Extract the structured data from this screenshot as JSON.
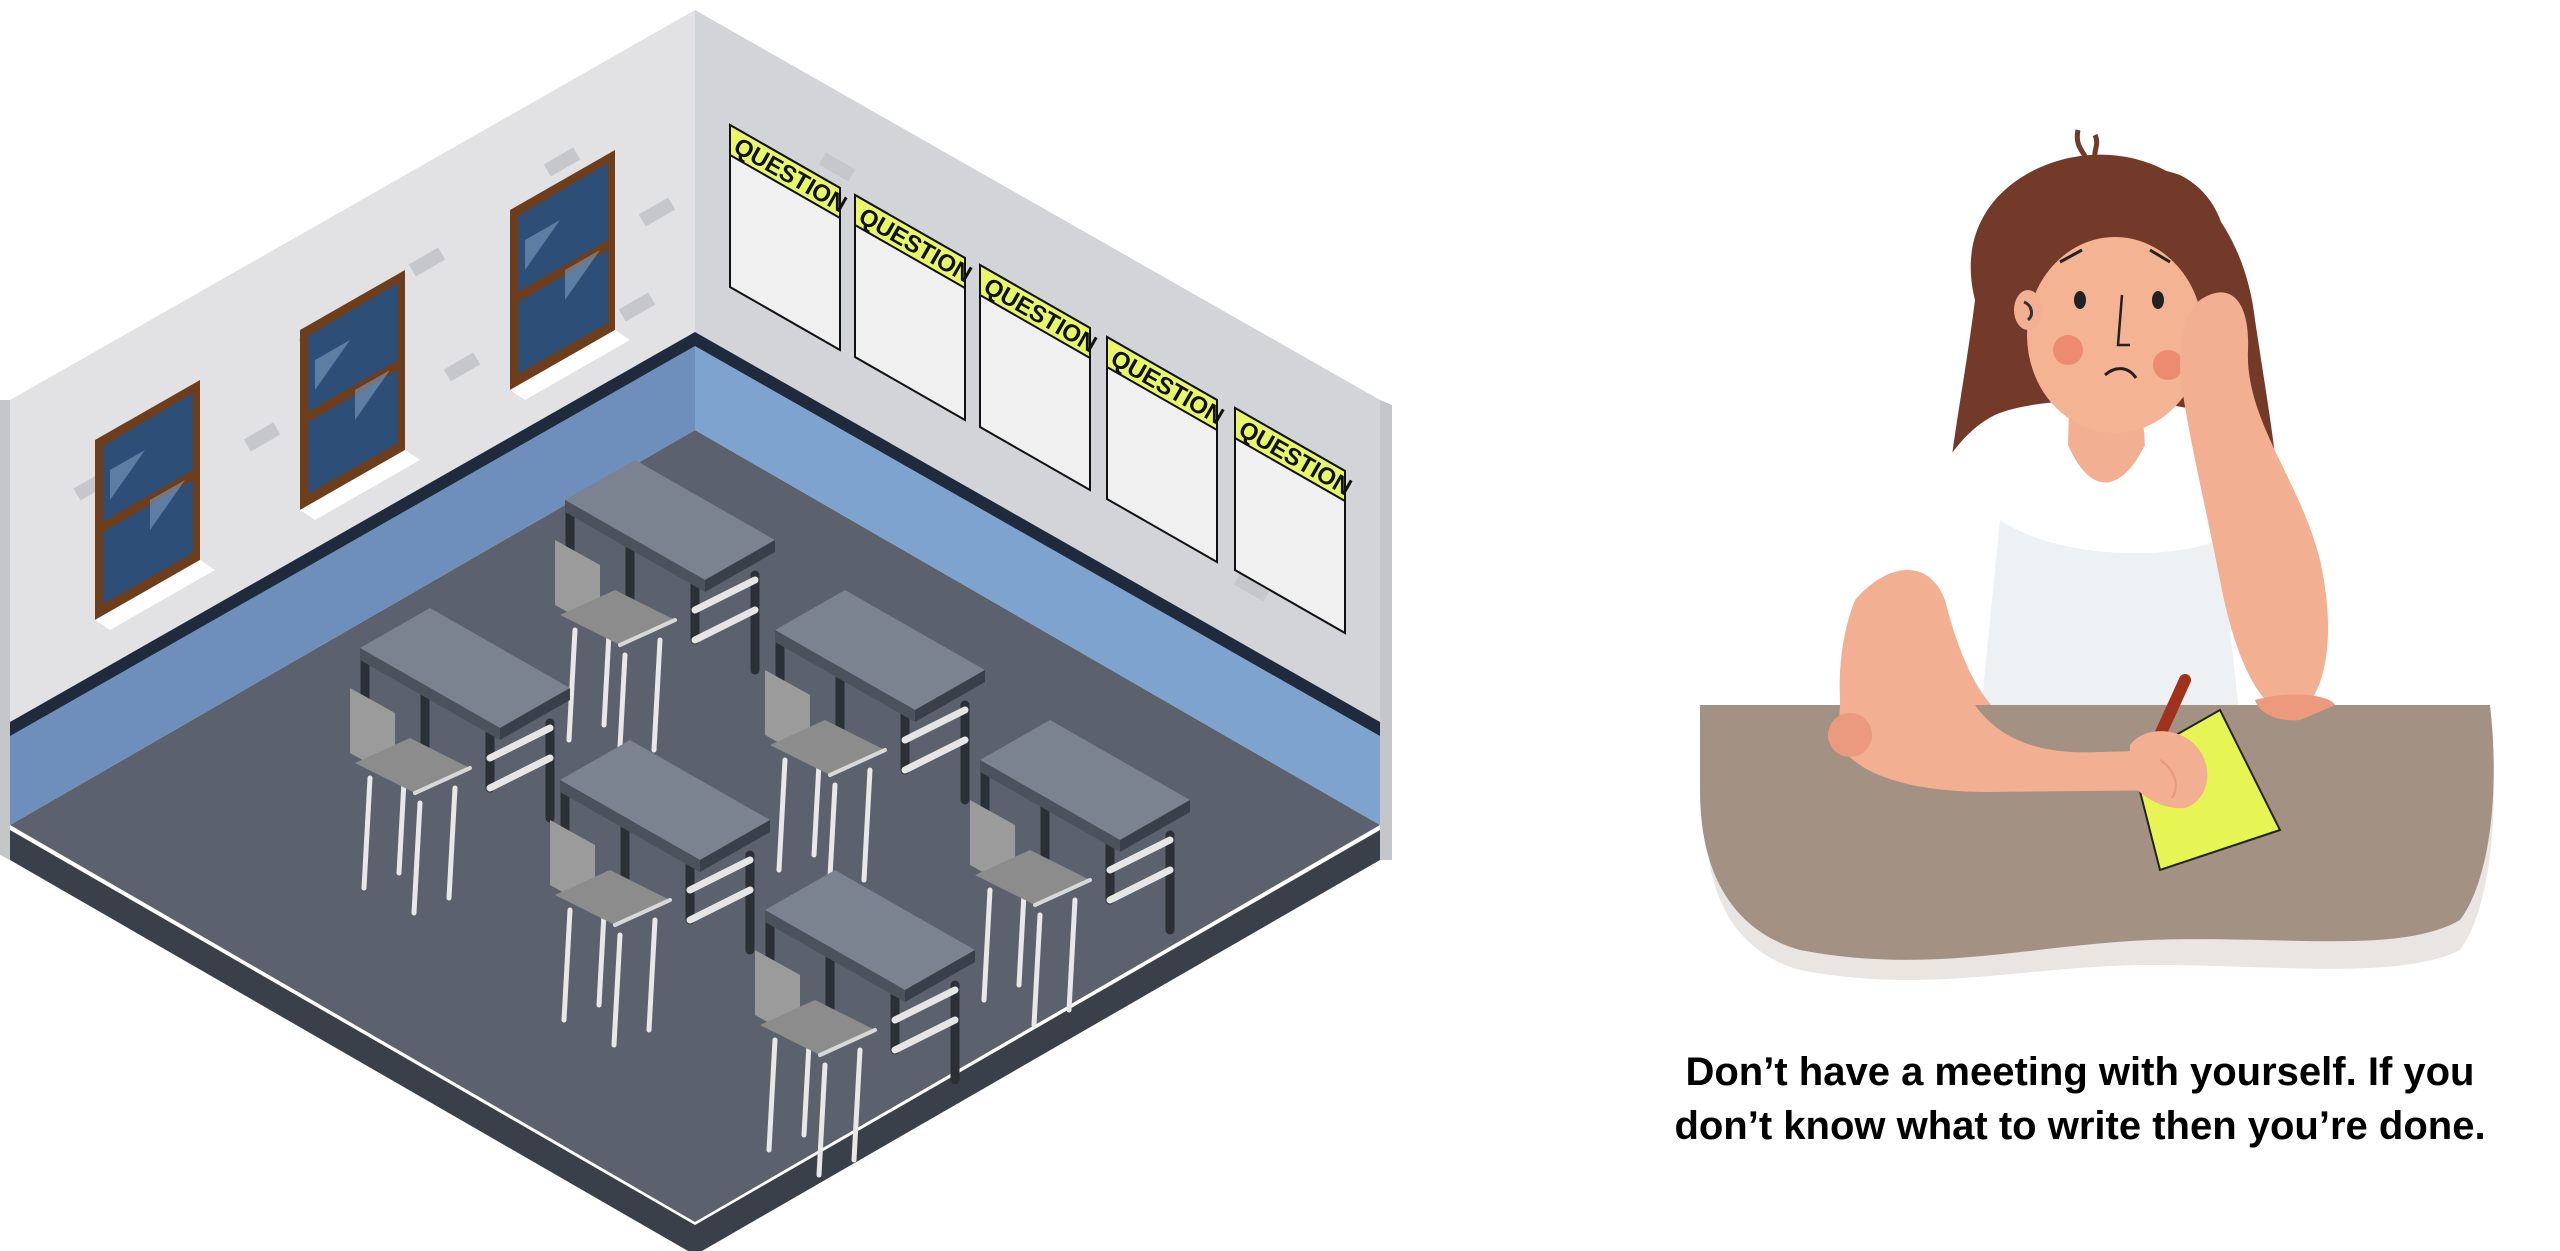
{
  "poster": {
    "label": "QUESTION"
  },
  "caption": {
    "line1": "Don’t have a meeting with yourself. If you",
    "line2": "don’t know what to write then you’re done."
  },
  "colors": {
    "poster_header": "#e8f76a",
    "sticky_note": "#e6f553",
    "floor": "#5b626d",
    "wall": "#e2e2e4",
    "wall_stripe": "#7fa3cf",
    "desk_top": "#7a838f",
    "table": "#a39283",
    "hair": "#733a2a",
    "skin": "#f2af91",
    "shirt": "#ffffff"
  }
}
